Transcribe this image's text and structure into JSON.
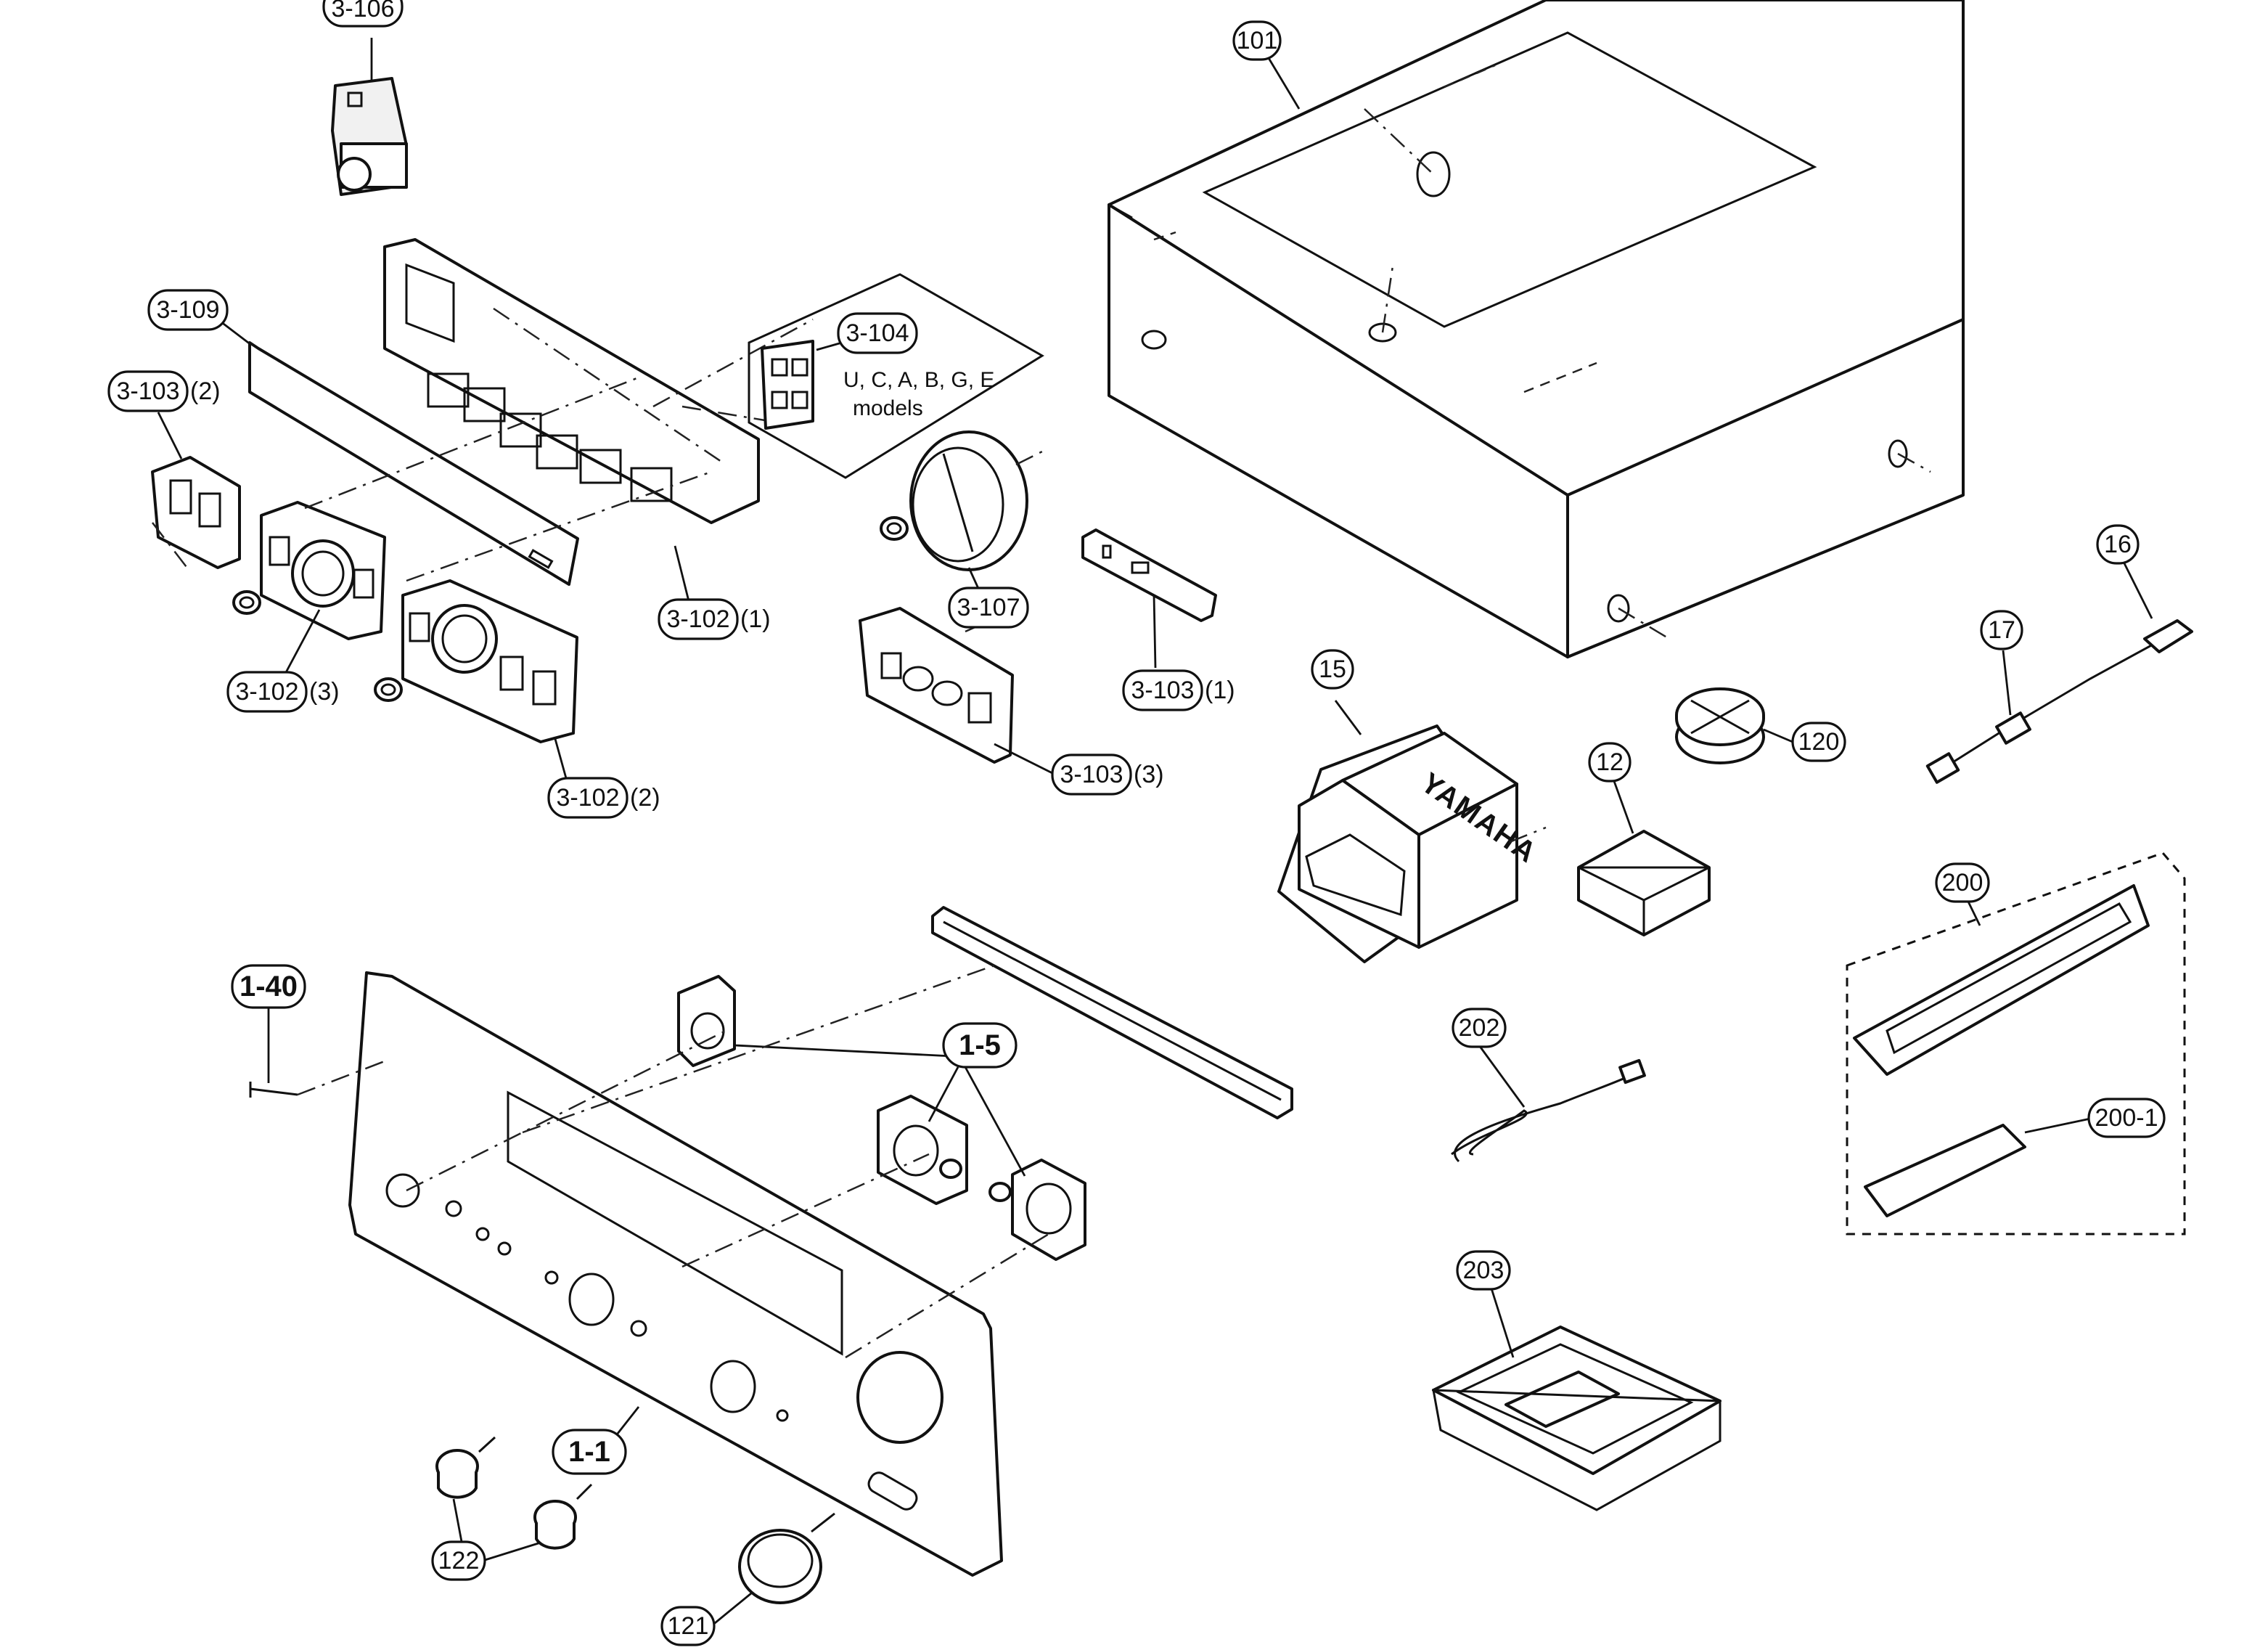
{
  "callouts": {
    "c_3_106": {
      "label": "3-106"
    },
    "c_101": {
      "label": "101"
    },
    "c_3_109": {
      "label": "3-109"
    },
    "c_3_104": {
      "label": "3-104"
    },
    "c_3_103_2": {
      "label": "3-103",
      "suffix": "(2)"
    },
    "c_3_102_1": {
      "label": "3-102",
      "suffix": "(1)"
    },
    "c_3_107": {
      "label": "3-107"
    },
    "c_3_102_3": {
      "label": "3-102",
      "suffix": "(3)"
    },
    "c_3_103_1": {
      "label": "3-103",
      "suffix": "(1)"
    },
    "c_16": {
      "label": "16"
    },
    "c_17": {
      "label": "17"
    },
    "c_15": {
      "label": "15"
    },
    "c_120": {
      "label": "120"
    },
    "c_12": {
      "label": "12"
    },
    "c_3_103_3": {
      "label": "3-103",
      "suffix": "(3)"
    },
    "c_3_102_2": {
      "label": "3-102",
      "suffix": "(2)"
    },
    "c_200": {
      "label": "200"
    },
    "c_1_40": {
      "label": "1-40"
    },
    "c_1_5": {
      "label": "1-5"
    },
    "c_202": {
      "label": "202"
    },
    "c_200_1": {
      "label": "200-1"
    },
    "c_203": {
      "label": "203"
    },
    "c_1_1": {
      "label": "1-1"
    },
    "c_122": {
      "label": "122"
    },
    "c_121": {
      "label": "121"
    }
  },
  "model_note": {
    "line1": "U, C, A, B, G, E",
    "line2": "models"
  },
  "transformer_brand": "YAMAHA"
}
